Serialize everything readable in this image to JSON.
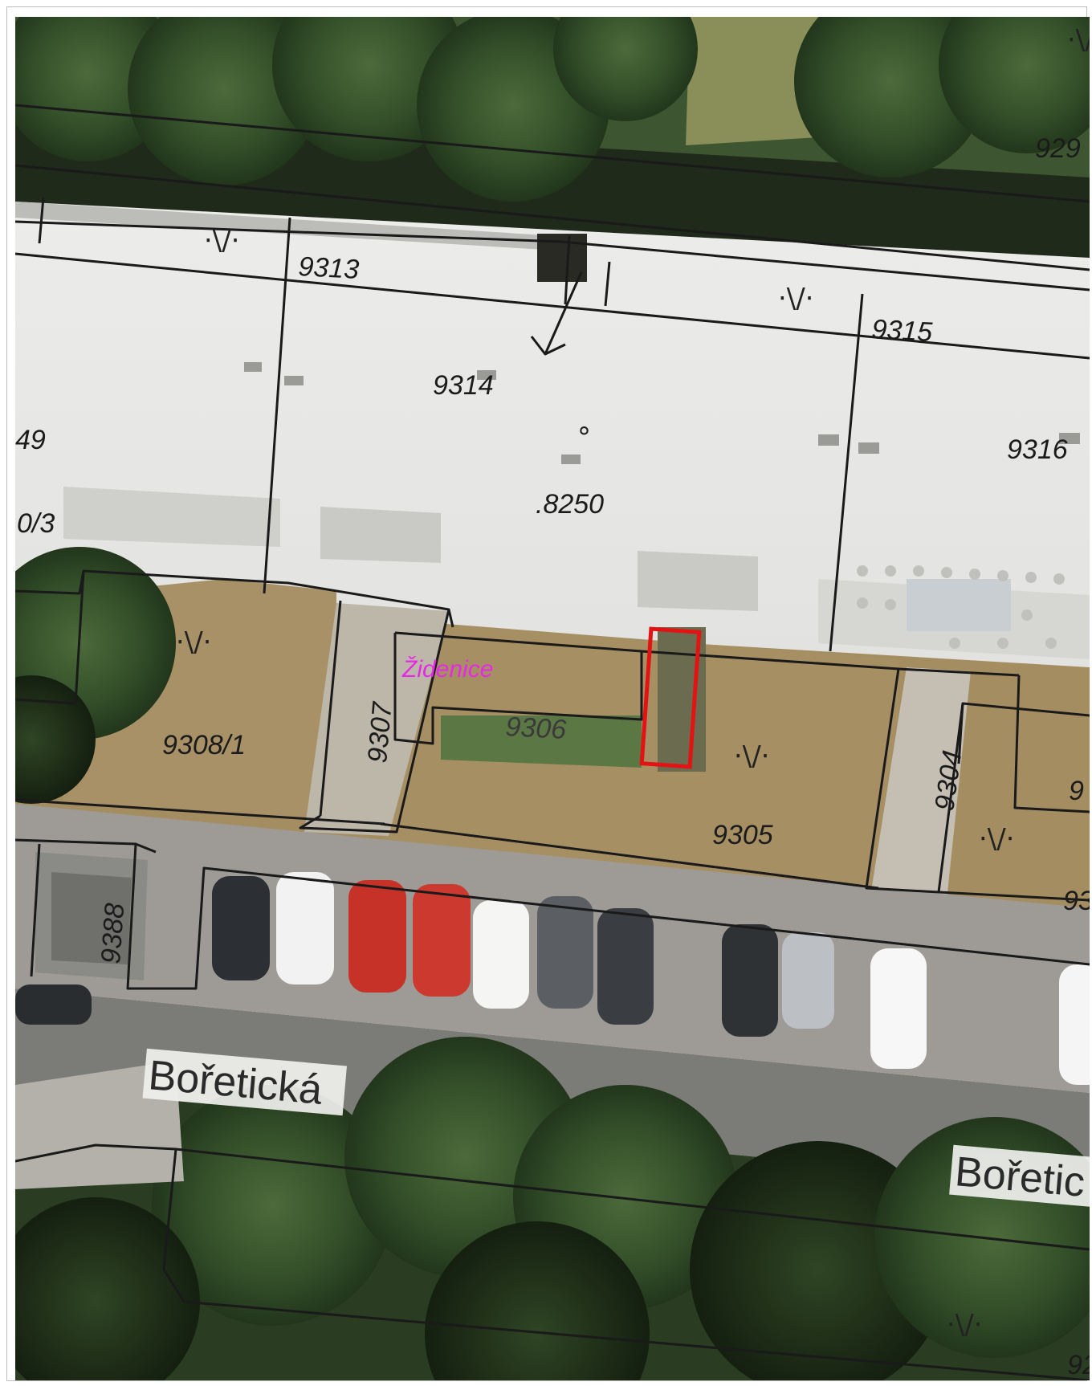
{
  "map": {
    "district_label": "Židenice",
    "street_labels": [
      "Bořetická",
      "Bořetic"
    ],
    "parcel_labels": [
      "9313",
      "9314",
      "9315",
      "9316",
      "49",
      "0/3",
      ".8250",
      "9306",
      "9307",
      "9308/1",
      "9305",
      "9304",
      "9388",
      "929",
      "9",
      "93",
      "92"
    ],
    "highlight_color": "#e41313",
    "district_color": "#e629e6",
    "boundary_color": "#1a1a1a",
    "land_use_symbol": "⋅\\/⋅",
    "dot_symbol": "°"
  }
}
